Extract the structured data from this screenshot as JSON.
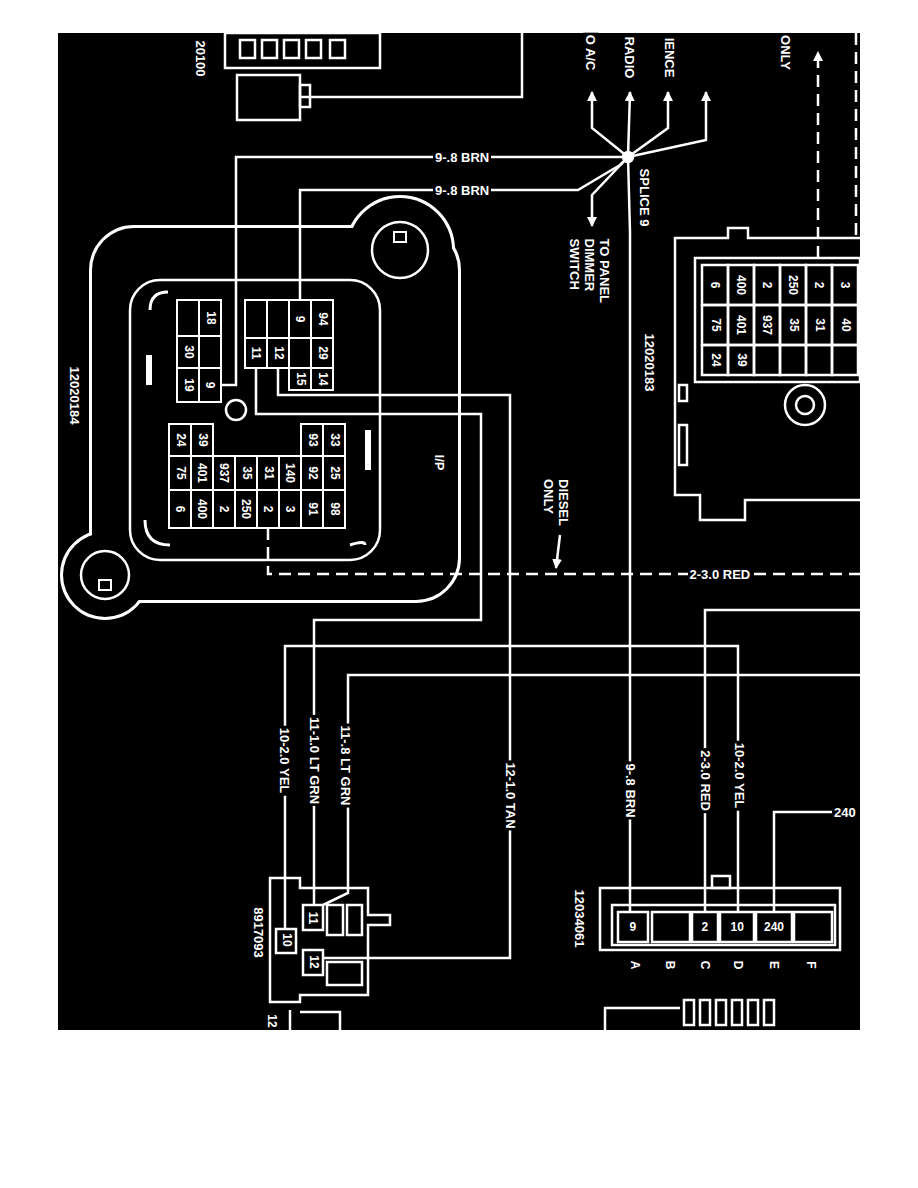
{
  "diagram": {
    "nodes": [
      {
        "text": [
          "20100"
        ]
      },
      {
        "text": [
          "SPLICE 9"
        ]
      },
      {
        "text": [
          "12020184",
          "I/P"
        ]
      },
      {
        "text": [
          "12020183"
        ]
      },
      {
        "text": [
          "12034061"
        ]
      },
      {
        "text": [
          "8917093"
        ]
      }
    ],
    "edges": [
      {
        "from": 1,
        "to": 2,
        "label": "9-.8 BRN",
        "arrow": "none"
      },
      {
        "from": 1,
        "to": 2,
        "label": "9-.8 BRN",
        "arrow": "none"
      },
      {
        "from": 1,
        "to": 4,
        "label": "9-.8 BRN",
        "arrow": "none"
      },
      {
        "from": 2,
        "to": 5,
        "label": "12-1.0 TAN",
        "arrow": "none"
      },
      {
        "from": 2,
        "to": 5,
        "label": "11-1.0 LT GRN",
        "arrow": "none"
      },
      {
        "from": 5,
        "to": 4,
        "label": "10-2.0 YEL",
        "arrow": "none"
      }
    ],
    "labels": [
      "O A/C",
      "RADIO",
      "IENCE",
      "ONLY",
      "TO PANEL DIMMER SWITCH",
      "DIESEL ONLY",
      "2-3.0 RED",
      "2-3.0 RED",
      "10-2.0 YEL",
      "11-.8 LT GRN",
      "240",
      "12",
      "18",
      "30",
      "19",
      "9",
      "9",
      "94",
      "11",
      "12",
      "29",
      "15",
      "14",
      "24",
      "39",
      "93",
      "33",
      "75",
      "401",
      "937",
      "35",
      "31",
      "140",
      "92",
      "25",
      "6",
      "400",
      "2",
      "250",
      "2",
      "3",
      "91",
      "98",
      "6",
      "75",
      "24",
      "400",
      "401",
      "39",
      "2",
      "937",
      "250",
      "35",
      "2",
      "31",
      "3",
      "40",
      "9",
      "2",
      "10",
      "240",
      "A",
      "B",
      "C",
      "D",
      "E",
      "F",
      "11",
      "10",
      "12"
    ]
  }
}
